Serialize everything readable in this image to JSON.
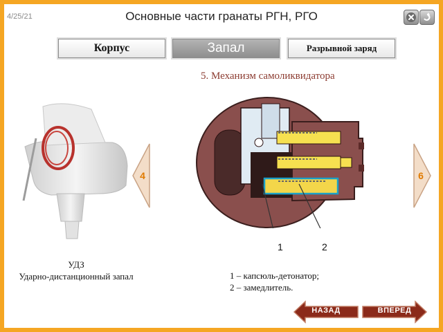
{
  "header": {
    "date": "4/25/21",
    "title": "Основные части гранаты РГН, РГО"
  },
  "controls": {
    "close_icon": "close-icon",
    "back_icon": "return-icon"
  },
  "tabs": [
    {
      "label": "Корпус",
      "active": false
    },
    {
      "label": "Запал",
      "active": true
    },
    {
      "label": "Разрывной заряд",
      "active": false
    }
  ],
  "section": {
    "subtitle": "5. Механизм самоликвидатора"
  },
  "pager": {
    "prev": "4",
    "next": "6"
  },
  "fuze": {
    "name": "УДЗ",
    "description": "Ударно-дистанционный запал"
  },
  "callouts": [
    "1",
    "2"
  ],
  "legend": [
    "1 – капсюль-детонатор;",
    "2 – замедлитель."
  ],
  "nav": {
    "back_label": "НАЗАД",
    "forward_label": "ВПЕРЕД"
  },
  "colors": {
    "frame": "#f5a623",
    "subtitle": "#8b3a2f",
    "nav_button": "#8b2a1a",
    "pager_number": "#e07a00"
  }
}
